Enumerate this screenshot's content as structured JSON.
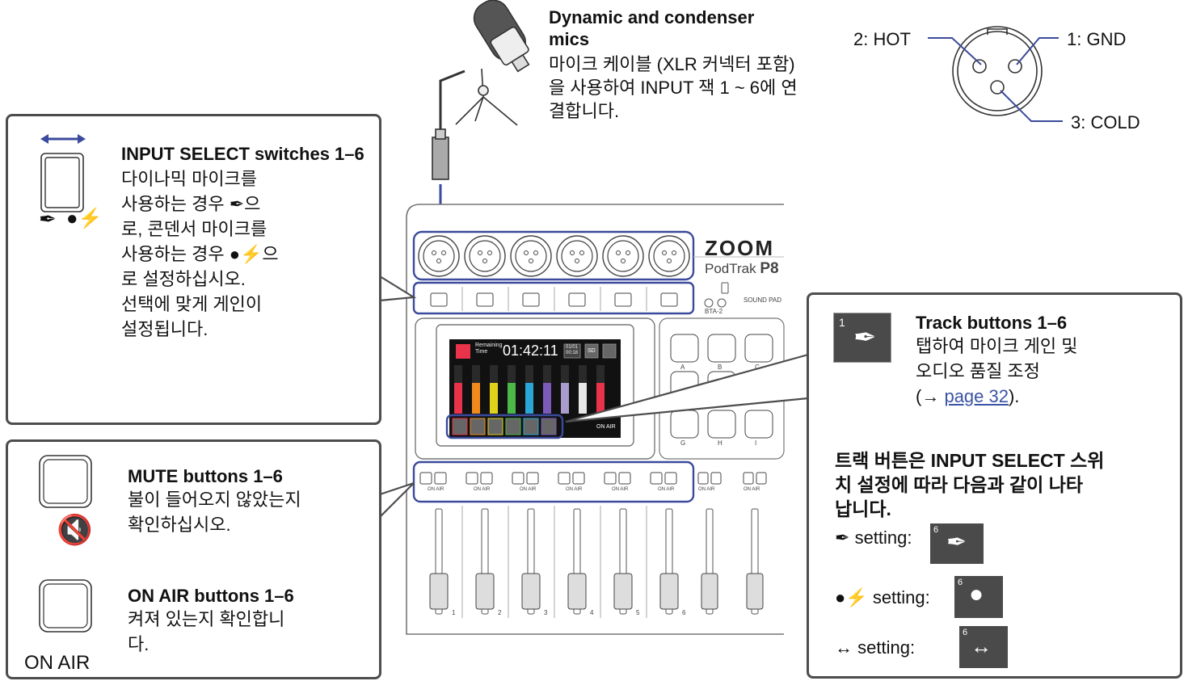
{
  "mic_info": {
    "title": "Dynamic and condenser mics",
    "text": "마이크 케이블 (XLR 커넥터 포함)을 사용하여 INPUT 잭 1 ~ 6에 연결합니다."
  },
  "xlr_pins": {
    "hot": "2: HOT",
    "gnd": "1: GND",
    "cold": "3: COLD"
  },
  "input_select": {
    "title": "INPUT SELECT switches 1–6",
    "lines": [
      "다이나믹 마이크를",
      "사용하는 경우",
      "으",
      "로, 콘덴서 마이크를",
      "사용하는 경우",
      "으",
      "로 설정하십시오.",
      "선택에 맞게 게인이",
      "설정됩니다."
    ]
  },
  "mute": {
    "title": "MUTE buttons 1–6",
    "text_1": "불이 들어오지 않았는지",
    "text_2": "확인하십시오."
  },
  "on_air": {
    "title": "ON AIR buttons 1–6",
    "text_1": "켜져 있는지 확인합니",
    "text_2": "다.",
    "label": "ON AIR"
  },
  "track": {
    "title": "Track buttons 1–6",
    "text_1": "탭하여 마이크 게인 및",
    "text_2": "오디오 품질 조정",
    "ref_prefix": "(→ ",
    "ref_link": "page 32",
    "ref_suffix": ").",
    "chip_number": "1",
    "note_1": "트랙 버튼은 INPUT SELECT 스위",
    "note_2": "치 설정에 따라 다음과 같이 나타",
    "note_3": "납니다.",
    "setting_label": "setting:",
    "setting_number": "6"
  },
  "device": {
    "brand": "ZOOM",
    "model_prefix": "PodTrak ",
    "model_suffix": "P8",
    "bta": "BTA-2",
    "sound_pad": "SOUND PAD",
    "remaining_label_1": "Remaining",
    "remaining_label_2": "Time",
    "time": "01:42:11",
    "counter_1": "01/01",
    "counter_2": "00:18",
    "sd": "SD",
    "screen_on_air": "ON AIR",
    "pad_labels": [
      "A",
      "B",
      "C",
      "G",
      "H",
      "I"
    ],
    "on_air_small": "ON AIR",
    "channel_numbers": [
      "1",
      "2",
      "3",
      "4",
      "5",
      "6"
    ]
  },
  "colors": {
    "accent": "#3b4a9c",
    "outline": "#4d4d4d",
    "chip_bg": "#4a4a4a",
    "meter": [
      "#e8334a",
      "#f08a1c",
      "#e0d21a",
      "#4cb848",
      "#2aa7d6",
      "#7b5bb8",
      "#aa9ccc",
      "#e7e7e7",
      "#e8334a"
    ]
  }
}
